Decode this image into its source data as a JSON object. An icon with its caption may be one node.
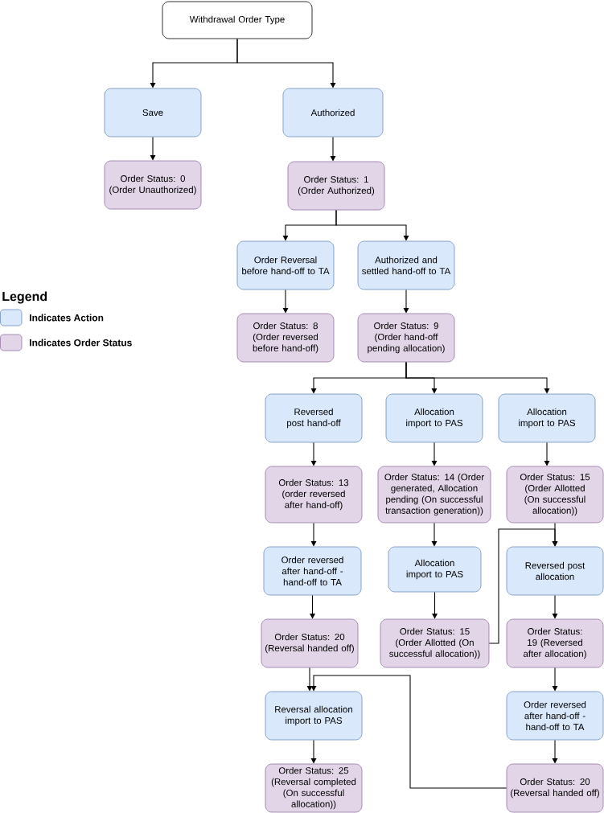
{
  "diagram": {
    "nodes": [
      {
        "text": [
          "Withdrawal Order Type"
        ]
      },
      {
        "text": [
          "Save"
        ]
      },
      {
        "text": [
          "Authorized"
        ]
      },
      {
        "text": [
          "Order Status: 0 (Order Unauthorized)"
        ]
      },
      {
        "text": [
          "Order Status: 1 (Order Authorized)"
        ]
      },
      {
        "text": [
          "Order Reversal before hand-off to TA"
        ]
      },
      {
        "text": [
          "Authorized and settled hand-off to TA"
        ]
      },
      {
        "text": [
          "Order Status: 8 (Order reversed before hand-off)"
        ]
      },
      {
        "text": [
          "Order Status: 9 (Order hand-off pending allocation)"
        ]
      },
      {
        "text": [
          "Reversed post hand-off"
        ]
      },
      {
        "text": [
          "Allocation import to PAS"
        ]
      },
      {
        "text": [
          "Allocation import to PAS"
        ]
      },
      {
        "text": [
          "Order Status: 13 (order reversed after hand-off)"
        ]
      },
      {
        "text": [
          "Order Status: 14 (Order generated, Allocation pending (On successful transaction generation))"
        ]
      },
      {
        "text": [
          "Order Status: 15 (Order Allotted (On successful allocation))"
        ]
      },
      {
        "text": [
          "Order reversed after hand-off -  hand-off to TA"
        ]
      },
      {
        "text": [
          "Allocation import to PAS"
        ]
      },
      {
        "text": [
          "Reversed post allocation"
        ]
      },
      {
        "text": [
          "Order Status: 20 (Reversal handed off)"
        ]
      },
      {
        "text": [
          "Order Status: 15 (Order Allotted (On successful allocation))"
        ]
      },
      {
        "text": [
          "Order Status: 19 (Reversed after allocation)"
        ]
      },
      {
        "text": [
          "Reversal allocation import to PAS"
        ]
      },
      {
        "text": [
          "Order reversed after hand-off -  hand-off to TA"
        ]
      },
      {
        "text": [
          "Order Status: 25 (Reversal completed (On successful allocation))"
        ]
      },
      {
        "text": [
          "Order Status: 20 (Reversal handed off)"
        ]
      }
    ],
    "edges": [
      {
        "from": 0,
        "to": 1,
        "arrow": "to"
      },
      {
        "from": 0,
        "to": 2,
        "arrow": "to"
      },
      {
        "from": 1,
        "to": 3,
        "arrow": "to"
      },
      {
        "from": 2,
        "to": 4,
        "arrow": "to"
      },
      {
        "from": 4,
        "to": 5,
        "arrow": "to"
      },
      {
        "from": 4,
        "to": 6,
        "arrow": "to"
      },
      {
        "from": 5,
        "to": 7,
        "arrow": "to"
      },
      {
        "from": 6,
        "to": 8,
        "arrow": "to"
      },
      {
        "from": 8,
        "to": 9,
        "arrow": "to"
      },
      {
        "from": 8,
        "to": 10,
        "arrow": "to"
      },
      {
        "from": 8,
        "to": 11,
        "arrow": "to"
      },
      {
        "from": 9,
        "to": 12,
        "arrow": "to"
      },
      {
        "from": 10,
        "to": 13,
        "arrow": "to"
      },
      {
        "from": 11,
        "to": 14,
        "arrow": "to"
      },
      {
        "from": 12,
        "to": 15,
        "arrow": "to"
      },
      {
        "from": 13,
        "to": 16,
        "arrow": "to"
      },
      {
        "from": 14,
        "to": 17,
        "arrow": "to"
      },
      {
        "from": 19,
        "to": 17,
        "arrow": "to"
      },
      {
        "from": 15,
        "to": 18,
        "arrow": "to"
      },
      {
        "from": 16,
        "to": 19,
        "arrow": "to"
      },
      {
        "from": 17,
        "to": 20,
        "arrow": "to"
      },
      {
        "from": 18,
        "to": 21,
        "arrow": "to"
      },
      {
        "from": 20,
        "to": 22,
        "arrow": "to"
      },
      {
        "from": 24,
        "to": 21,
        "arrow": "to"
      },
      {
        "from": 21,
        "to": 23,
        "arrow": "to"
      },
      {
        "from": 22,
        "to": 24,
        "arrow": "to"
      }
    ],
    "labels": [
      "Legend"
    ],
    "legend": [
      {
        "text": "Indicates Action",
        "color": "#dae8fc"
      },
      {
        "text": "Indicates Order Status",
        "color": "#e1d5e7"
      }
    ]
  }
}
